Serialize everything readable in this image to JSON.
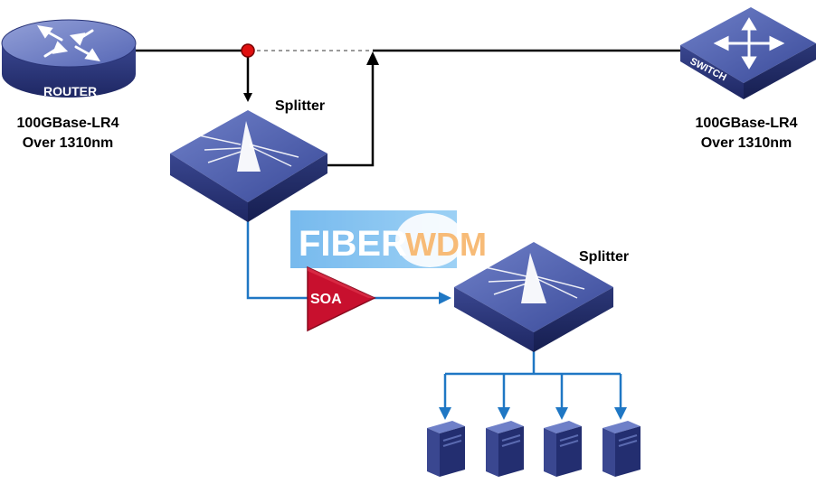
{
  "router": {
    "label": "ROUTER",
    "desc_line1": "100GBase-LR4",
    "desc_line2": "Over 1310nm"
  },
  "switch": {
    "label": "SWITCH",
    "desc_line1": "100GBase-LR4",
    "desc_line2": "Over 1310nm"
  },
  "splitter_top": {
    "label": "Splitter"
  },
  "splitter_bottom": {
    "label": "Splitter"
  },
  "amplifier": {
    "label": "SOA",
    "color": "#c8102e"
  },
  "watermark": {
    "text_left": "FIBER",
    "text_right": "WDM"
  },
  "colors": {
    "link_black": "#000000",
    "link_blue": "#1f77c4",
    "device": "#3b4a8c",
    "tap_point": "#e01010"
  },
  "servers": {
    "count": 4
  }
}
